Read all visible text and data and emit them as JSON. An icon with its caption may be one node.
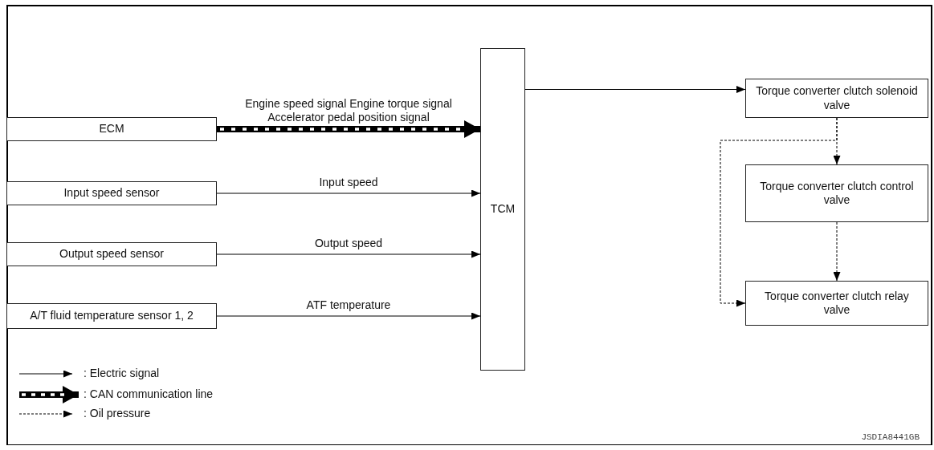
{
  "diagram": {
    "nodes": [
      {
        "text": [
          "ECM"
        ]
      },
      {
        "text": [
          "Input speed sensor"
        ]
      },
      {
        "text": [
          "Output speed sensor"
        ]
      },
      {
        "text": [
          "A/T fluid temperature sensor 1, 2"
        ]
      },
      {
        "text": [
          "TCM"
        ]
      },
      {
        "text": [
          "Torque converter clutch solenoid valve"
        ]
      },
      {
        "text": [
          "Torque converter clutch control valve"
        ]
      },
      {
        "text": [
          "Torque converter clutch relay valve"
        ]
      }
    ],
    "edges": [
      {
        "from": 0,
        "to": 4,
        "arrow": "to",
        "label": "Engine speed signal Engine torque signal Accelerator pedal position signal",
        "style": "thick"
      },
      {
        "from": 1,
        "to": 4,
        "arrow": "to",
        "label": "Input speed"
      },
      {
        "from": 2,
        "to": 4,
        "arrow": "to",
        "label": "Output speed"
      },
      {
        "from": 3,
        "to": 4,
        "arrow": "to",
        "label": "ATF temperature"
      },
      {
        "from": 4,
        "to": 5,
        "arrow": "to"
      },
      {
        "from": 5,
        "to": 6,
        "arrow": "to",
        "style": "dashed"
      },
      {
        "from": 6,
        "to": 7,
        "arrow": "to",
        "style": "dashed"
      },
      {
        "from": 5,
        "to": 7,
        "arrow": "to",
        "style": "dashed"
      }
    ],
    "labels": [
      "JSDIA8441GB"
    ],
    "legend": [
      {
        "text": ": Electric signal"
      },
      {
        "text": ": CAN communication line"
      },
      {
        "text": ": Oil pressure"
      }
    ]
  }
}
